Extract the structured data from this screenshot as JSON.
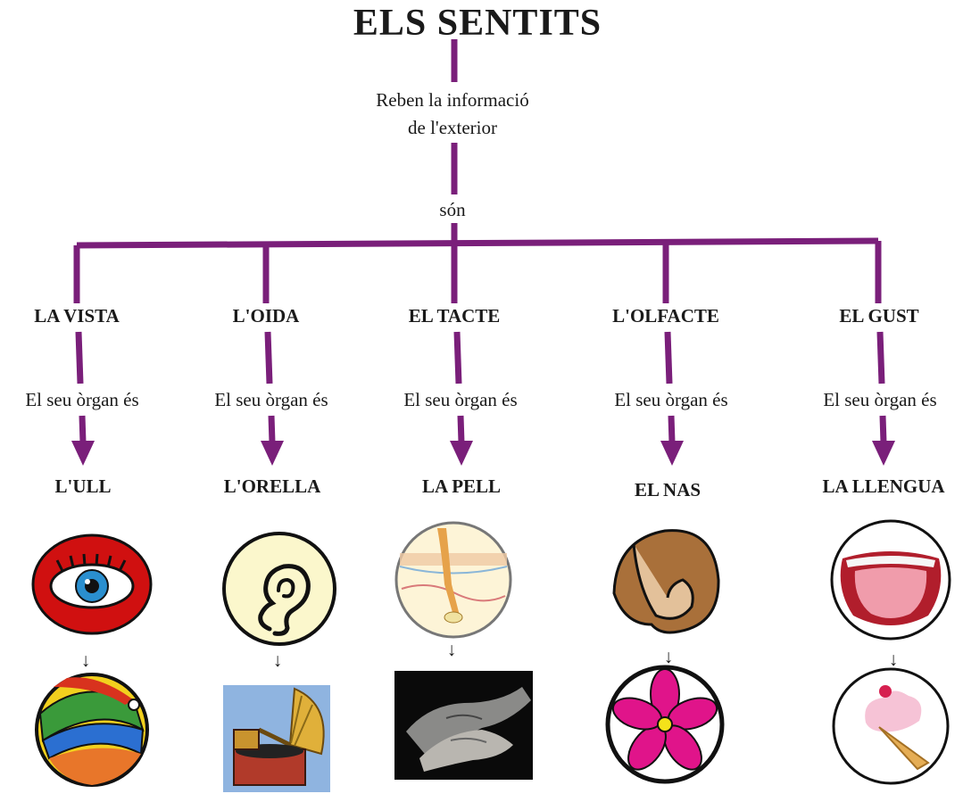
{
  "title": "ELS SENTITS",
  "description_line1": "Reben la informació",
  "description_line2": "de l'exterior",
  "connector": "són",
  "colors": {
    "line": "#7a1f7a",
    "text": "#1a1a1a"
  },
  "senses": [
    {
      "name": "LA VISTA",
      "organ_label": "El seu òrgan és",
      "organ": "L'ULL",
      "icon": "eye-icon",
      "example_icon": "beach-ball-icon"
    },
    {
      "name": "L'OIDA",
      "organ_label": "El seu òrgan és",
      "organ": "L'ORELLA",
      "icon": "ear-icon",
      "example_icon": "gramophone-icon"
    },
    {
      "name": "EL TACTE",
      "organ_label": "El seu òrgan és",
      "organ": "LA PELL",
      "icon": "skin-icon",
      "example_icon": "holding-hands-icon"
    },
    {
      "name": "L'OLFACTE",
      "organ_label": "El seu òrgan és",
      "organ": "EL NAS",
      "icon": "nose-icon",
      "example_icon": "flower-icon"
    },
    {
      "name": "EL GUST",
      "organ_label": "El seu òrgan és",
      "organ": "LA LLENGUA",
      "icon": "tongue-icon",
      "example_icon": "ice-cream-icon"
    }
  ],
  "small_arrow": "↓"
}
